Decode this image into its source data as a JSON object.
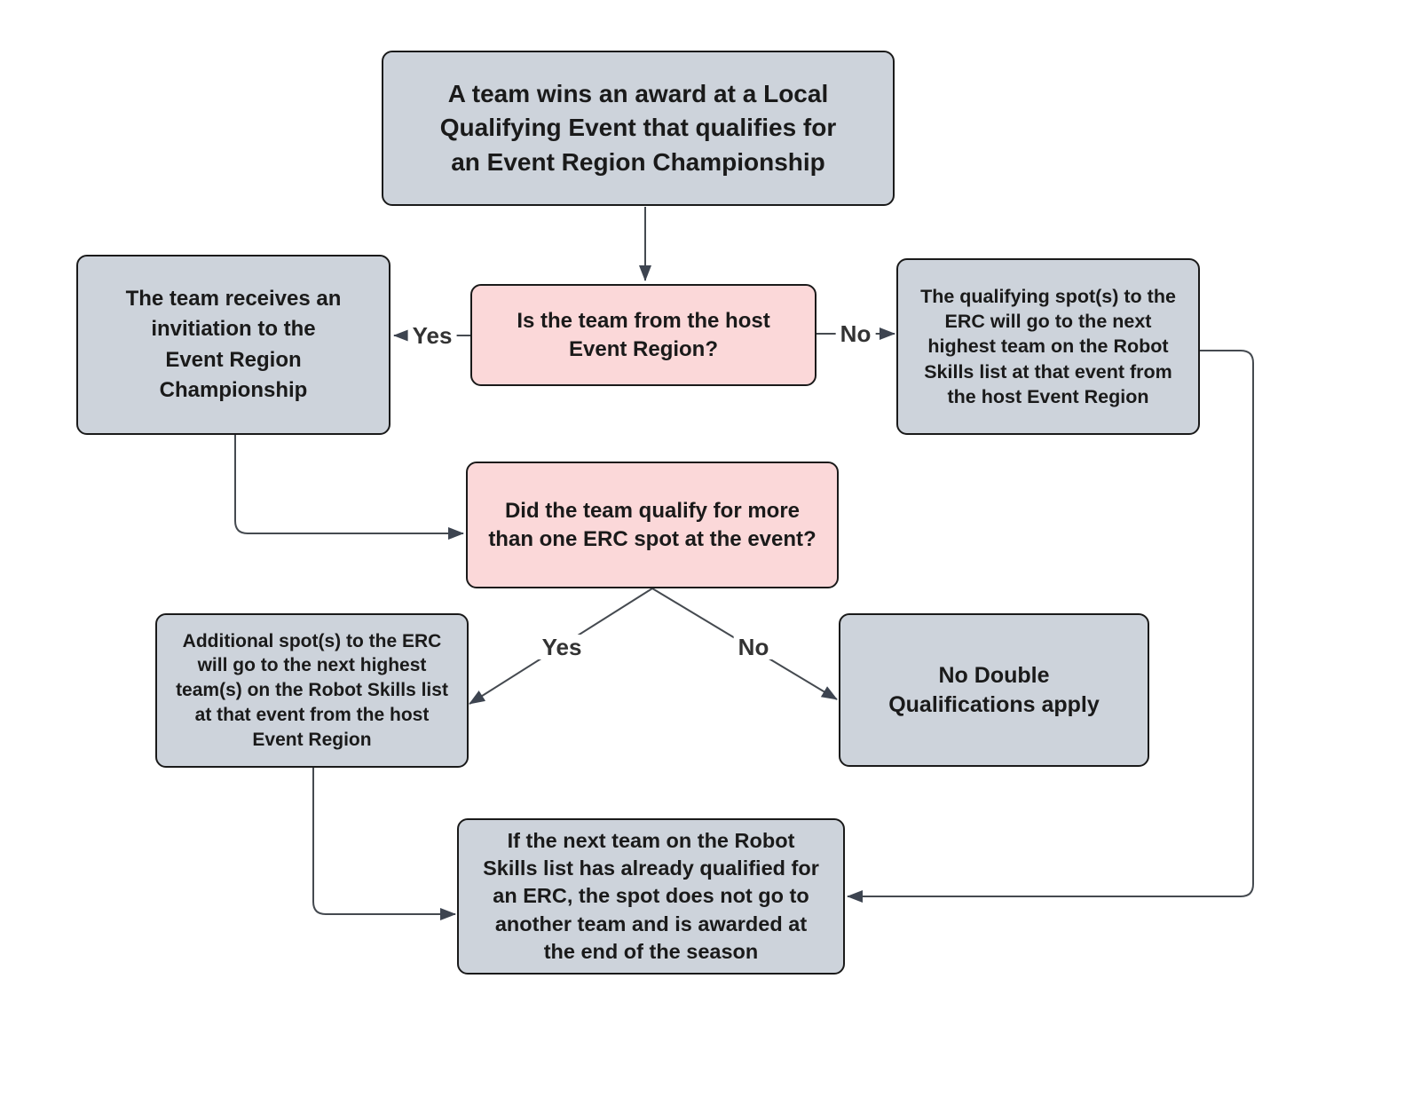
{
  "diagram": {
    "type": "flowchart",
    "nodes": {
      "start": {
        "text": "A team wins an award at a Local\nQualifying Event that qualifies for\nan Event Region Championship",
        "kind": "process"
      },
      "invitation": {
        "text": "The team receives an\ninvitiation to the\nEvent Region\nChampionship",
        "kind": "process"
      },
      "q_host_region": {
        "text": "Is the team from the host\nEvent Region?",
        "kind": "decision"
      },
      "qualifying_spots": {
        "text": "The qualifying spot(s) to the\nERC will go to the next\nhighest team on the Robot\nSkills list at that event from\nthe host Event Region",
        "kind": "process"
      },
      "q_multiple_spots": {
        "text": "Did the team qualify for more\nthan one ERC spot at the event?",
        "kind": "decision"
      },
      "additional_spots": {
        "text": "Additional spot(s) to the ERC\nwill go to the next highest\nteam(s) on the Robot Skills list\nat that event from the host\nEvent Region",
        "kind": "process"
      },
      "no_double": {
        "text": "No Double\nQualifications apply",
        "kind": "process"
      },
      "season_end": {
        "text": "If the next team on the Robot\nSkills list has already qualified for\nan ERC, the spot does not go to\nanother team and is awarded at\nthe end of the season",
        "kind": "process"
      }
    },
    "edge_labels": {
      "host_yes": "Yes",
      "host_no": "No",
      "multi_yes": "Yes",
      "multi_no": "No"
    },
    "colors": {
      "node_fill": "#cdd3db",
      "question_fill": "#fbd8d9",
      "node_border": "#1a1a1a",
      "connector": "#454a50",
      "arrowhead": "#3d4450",
      "node_text": "#1a1a1a",
      "label_text": "#333333",
      "background": "#ffffff"
    }
  }
}
